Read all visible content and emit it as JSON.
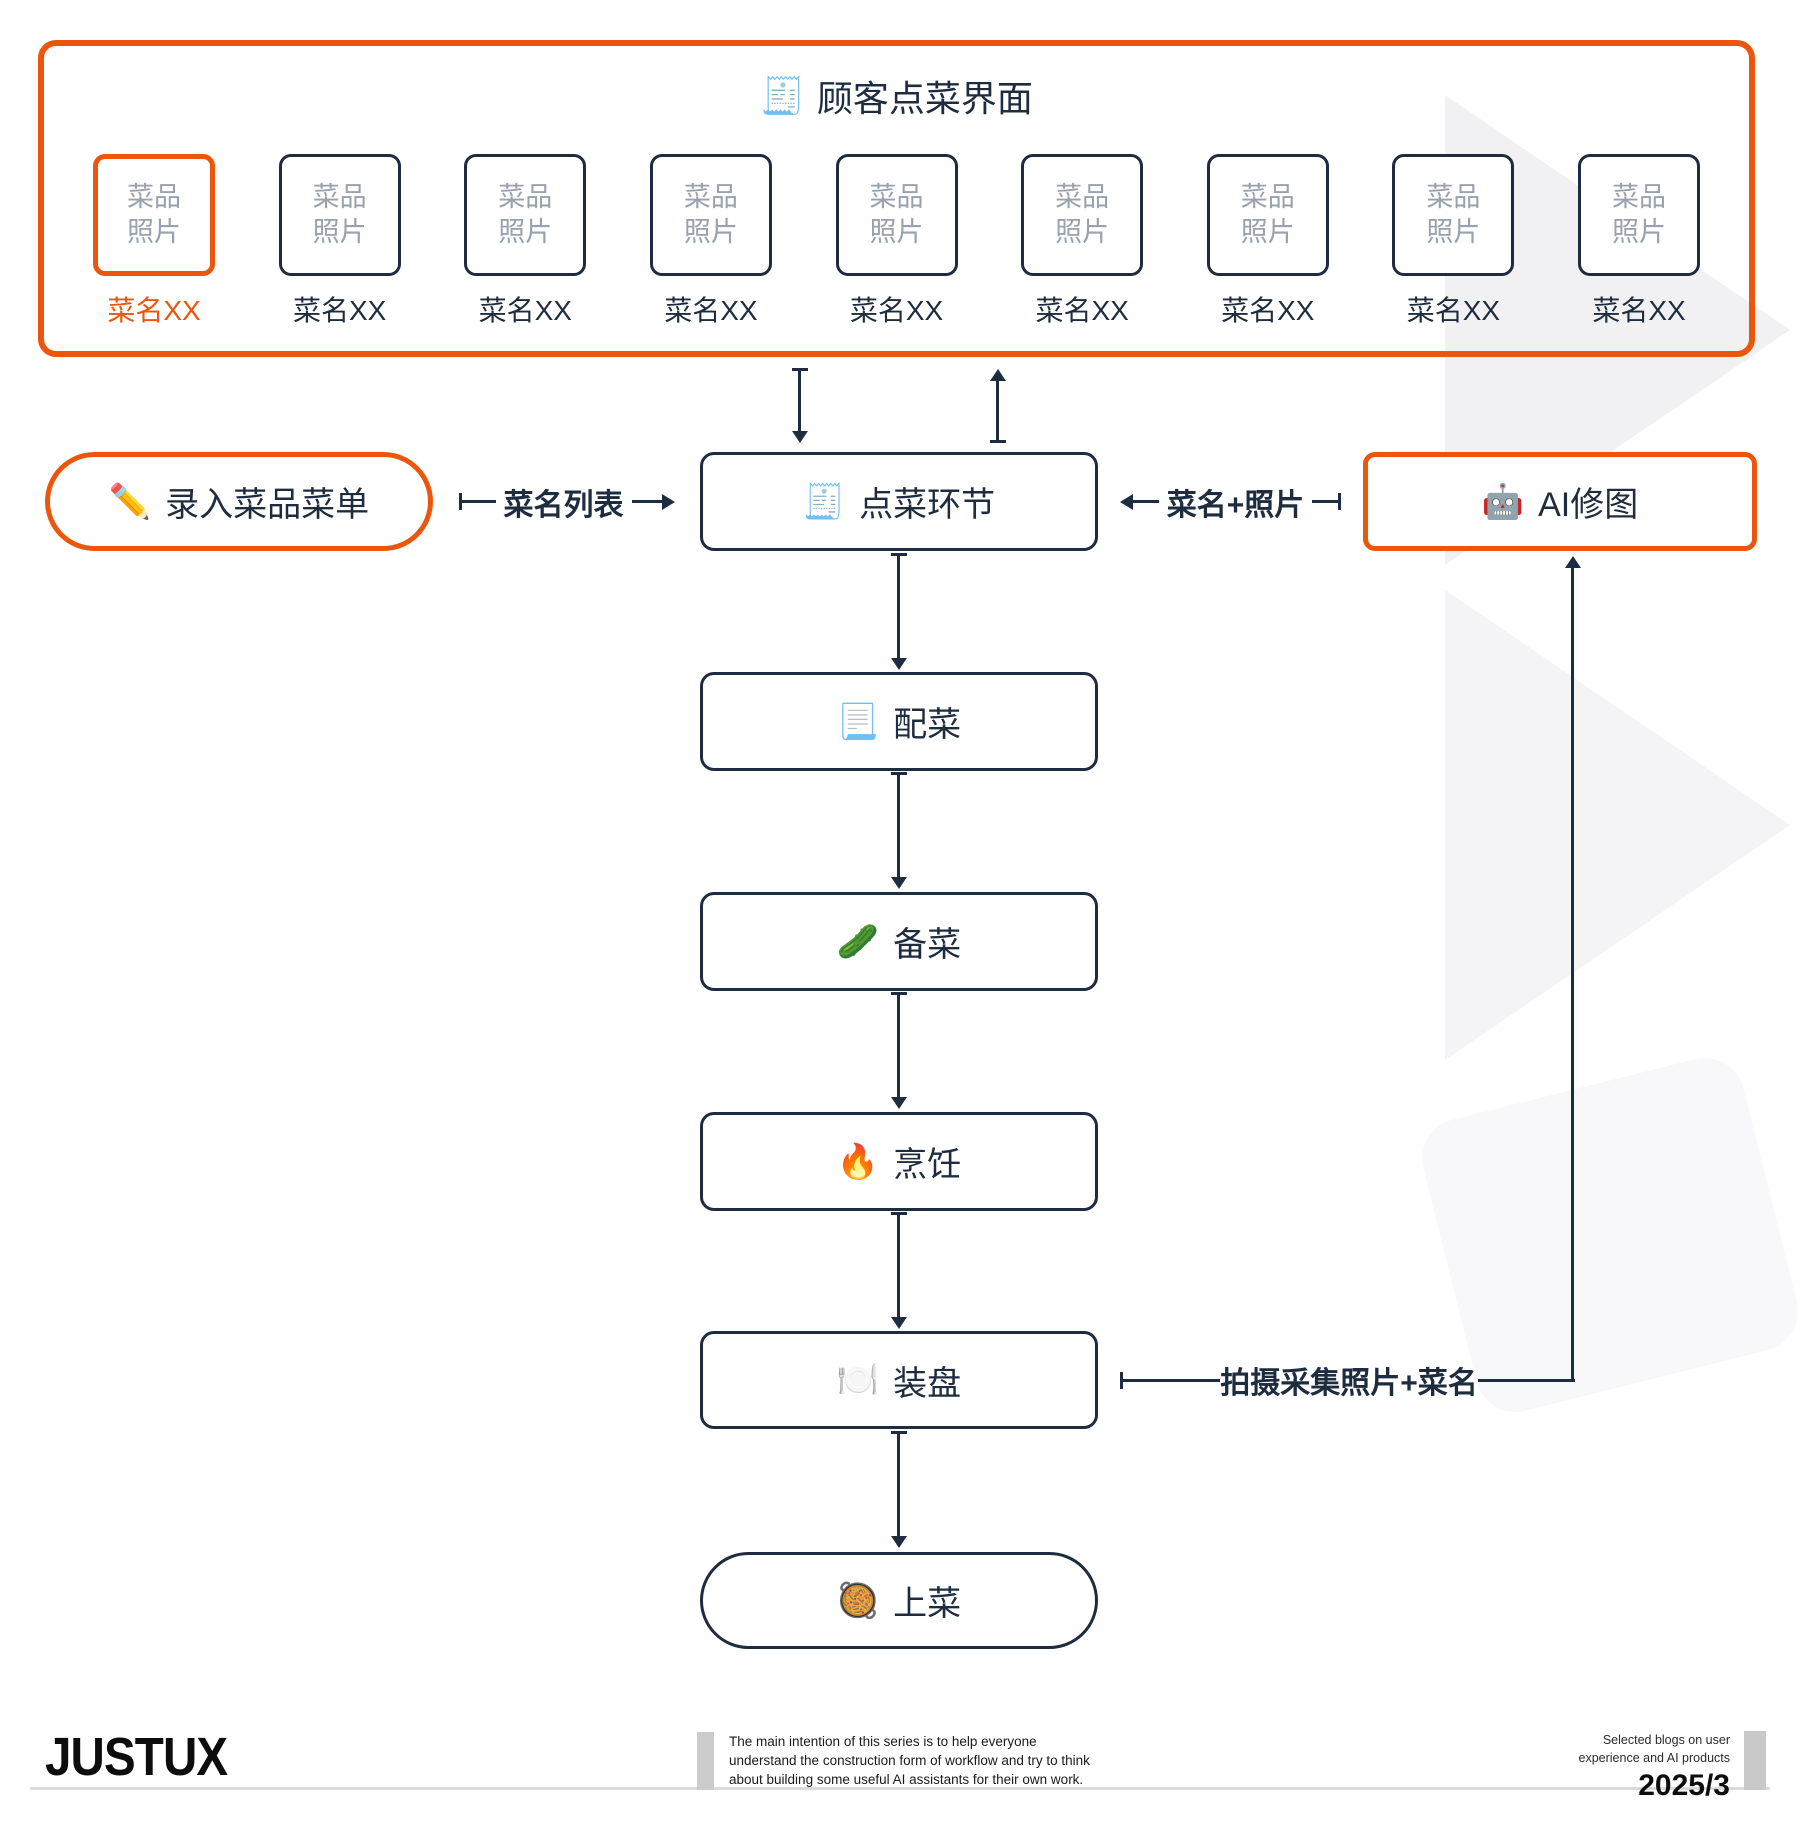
{
  "colors": {
    "accent_orange": "#eb560c",
    "ink_navy": "#1e2c3f",
    "muted_gray": "#98a1ad",
    "watermark_gray": "#f2f2f4",
    "divider_gray": "#dadada"
  },
  "top_panel": {
    "title_icon": "🧾",
    "title": "顾客点菜界面",
    "photo_text": {
      "line1": "菜品",
      "line2": "照片"
    },
    "cards": [
      {
        "name": "菜名XX",
        "highlighted": true
      },
      {
        "name": "菜名XX",
        "highlighted": false
      },
      {
        "name": "菜名XX",
        "highlighted": false
      },
      {
        "name": "菜名XX",
        "highlighted": false
      },
      {
        "name": "菜名XX",
        "highlighted": false
      },
      {
        "name": "菜名XX",
        "highlighted": false
      },
      {
        "name": "菜名XX",
        "highlighted": false
      },
      {
        "name": "菜名XX",
        "highlighted": false
      },
      {
        "name": "菜名XX",
        "highlighted": false
      }
    ]
  },
  "flow": {
    "entry": {
      "icon": "✏️",
      "label": "录入菜品菜单"
    },
    "connector_menu_list": "菜名列表",
    "ordering": {
      "icon": "🧾",
      "label": "点菜环节"
    },
    "connector_name_photo": "菜名+照片",
    "ai": {
      "icon": "🤖",
      "label": "AI修图"
    },
    "steps": [
      {
        "icon": "📃",
        "label": "配菜"
      },
      {
        "icon": "🥒",
        "label": "备菜"
      },
      {
        "icon": "🔥",
        "label": "烹饪"
      },
      {
        "icon": "🍽️",
        "label": "装盘"
      },
      {
        "icon": "🥘",
        "label": "上菜"
      }
    ],
    "feedback_label": "拍摄采集照片+菜名"
  },
  "footer": {
    "logo": "JUSTUX",
    "note_lines": [
      "The main intention of this series is to help everyone",
      "understand the construction form of workflow and try to think",
      "about building some useful AI assistants for their own work."
    ],
    "tagline_lines": [
      "Selected blogs on user",
      "experience and AI products"
    ],
    "issue": "2025/3"
  }
}
